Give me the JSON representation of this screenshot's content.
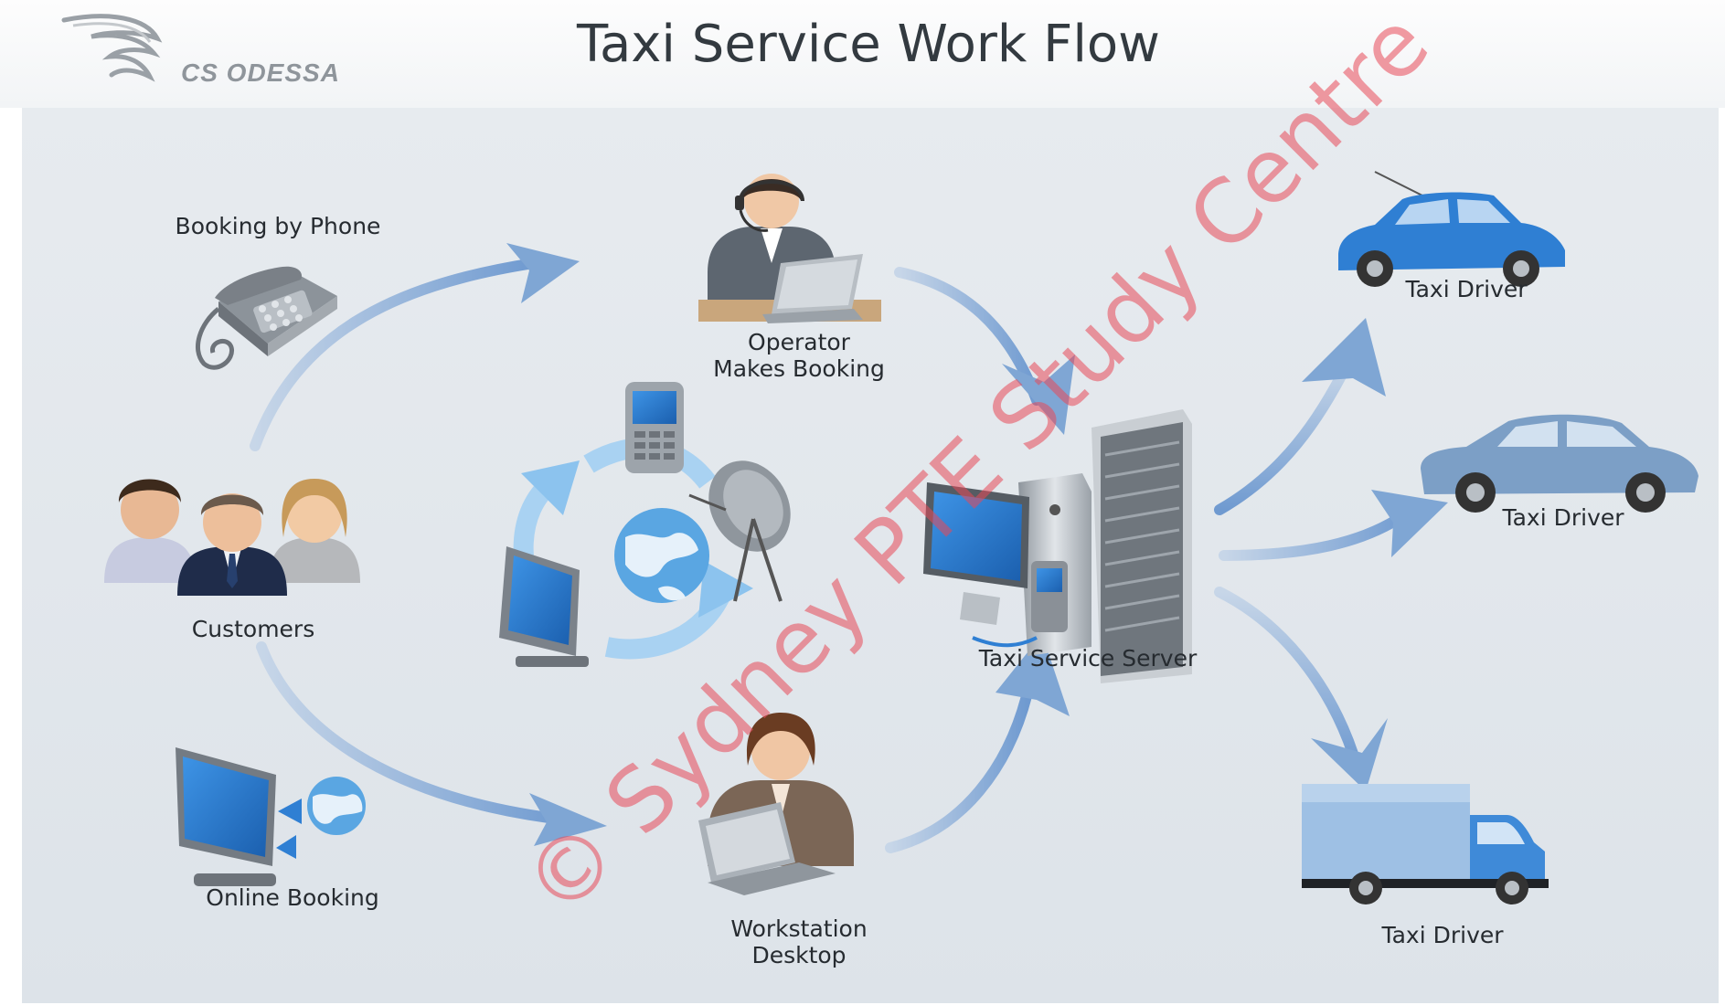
{
  "header": {
    "logo_text": "CS ODESSA",
    "title": "Taxi Service Work Flow"
  },
  "nodes": {
    "booking_by_phone": "Booking by Phone",
    "operator_line1": "Operator",
    "operator_line2": "Makes Booking",
    "customers": "Customers",
    "online_booking": "Online Booking",
    "workstation_line1": "Workstation",
    "workstation_line2": "Desktop",
    "server": "Taxi Service Server",
    "driver_1": "Taxi Driver",
    "driver_2": "Taxi Driver",
    "driver_3": "Taxi Driver"
  },
  "watermark": "© Sydney PTE Study Centre",
  "colors": {
    "arrow": "#7fa6d4",
    "screen": "#2f7fd3",
    "car_blue": "#2f7fd3",
    "car_gray_blue": "#7c9fc6",
    "watermark": "#e84858"
  },
  "icons": [
    "phone-icon",
    "operator-icon",
    "customers-icon",
    "online-booking-icon",
    "workstation-icon",
    "network-cluster-icon",
    "server-icon",
    "car-icon",
    "sedan-icon",
    "truck-icon"
  ]
}
